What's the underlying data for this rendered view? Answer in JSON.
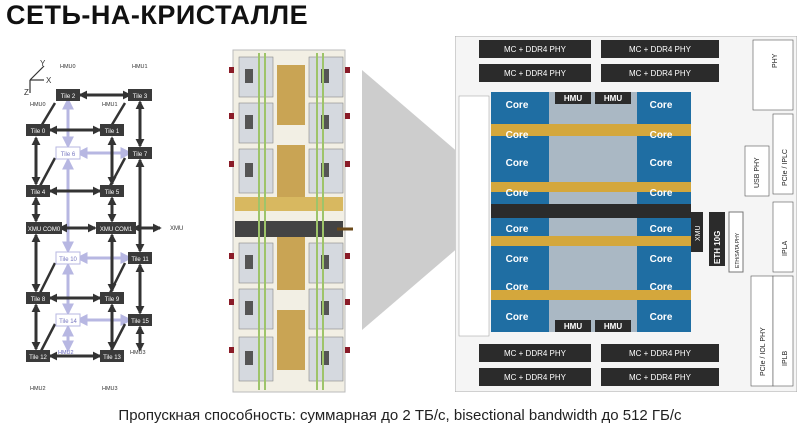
{
  "title": "СЕТЬ-НА-КРИСТАЛЛЕ",
  "caption": "Пропускная способность: суммарная до 2 ТБ/с, bisectional bandwidth до 512 ГБ/с",
  "topology": {
    "axes": {
      "x": "X",
      "y": "Y",
      "z": "Z"
    },
    "hmu_labels": [
      "HMU0",
      "HMU1",
      "HMU0",
      "HMU1",
      "HMU2",
      "HMU3",
      "HMU2",
      "HMU3"
    ],
    "xmu_label": "XMU",
    "tiles_front": [
      "Tile 0",
      "Tile 1",
      "Tile 4",
      "Tile 5",
      "Tile 8",
      "Tile 9",
      "Tile 12",
      "Tile 13"
    ],
    "tiles_back": [
      "Tile 2",
      "Tile 3",
      "Tile 6",
      "Tile 7",
      "Tile 10",
      "Tile 11",
      "Tile 14",
      "Tile 15"
    ],
    "xmu_com": [
      "XMU COM0",
      "XMU COM1"
    ]
  },
  "die": {
    "phy_blocks": [
      "MC + DDR4 PHY",
      "MC + DDR4 PHY",
      "MC + DDR4 PHY",
      "MC + DDR4 PHY",
      "MC + DDR4 PHY",
      "MC + DDR4 PHY",
      "MC + DDR4 PHY",
      "MC + DDR4 PHY"
    ],
    "core_label": "Core",
    "hmu_label": "HMU",
    "xmu_label": "XMU",
    "eth_label": "ETH 10G",
    "eth_sata_label": "ETH/SATA PHY",
    "usb_label": "USB PHY",
    "pcie_iplc_label": "PCIe / IPLC",
    "pcie_iol_label": "PCIe / IOL PHY",
    "ipla_label": "IPLA",
    "iplb_label": "IPLB",
    "phy_label": "PHY"
  }
}
